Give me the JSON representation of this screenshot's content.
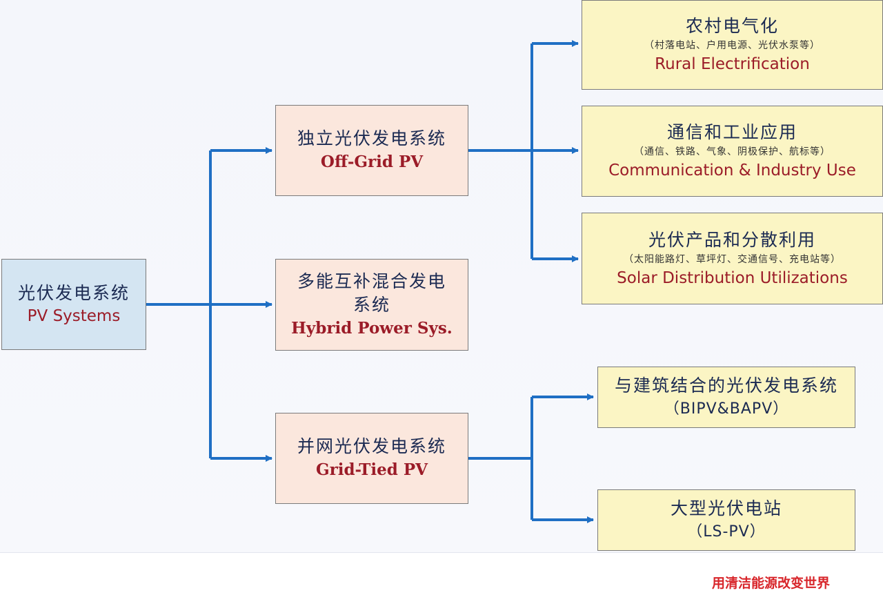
{
  "root": {
    "zh": "光伏发电系统",
    "en": "PV Systems"
  },
  "offgrid": {
    "zh": "独立光伏发电系统",
    "en": "Off-Grid PV"
  },
  "hybrid": {
    "zh_line1": "多能互补混合发电",
    "zh_line2": "系统",
    "en": "Hybrid Power Sys."
  },
  "gridtied": {
    "zh": "并网光伏发电系统",
    "en": "Grid-Tied PV"
  },
  "rural": {
    "zh": "农村电气化",
    "sub": "（村落电站、户用电源、光伏水泵等）",
    "en": "Rural Electrification"
  },
  "comm": {
    "zh": "通信和工业应用",
    "sub": "（通信、铁路、气象、阴极保护、航标等）",
    "en": "Communication & Industry Use"
  },
  "solar": {
    "zh": "光伏产品和分散利用",
    "sub": "（太阳能路灯、草坪灯、交通信号、充电站等）",
    "en": "Solar Distribution Utilizations"
  },
  "bipv": {
    "zh": "与建筑结合的光伏发电系统",
    "en": "（BIPV&BAPV）"
  },
  "lspv": {
    "zh": "大型光伏电站",
    "en": "（LS-PV）"
  },
  "footer": {
    "slogan": "用清洁能源改变世界"
  },
  "colors": {
    "connector": "#1f6fc4",
    "root_fill": "#d4e5f2",
    "mid_fill": "#fbe7dd",
    "leaf_fill": "#fbf5c4",
    "en_text": "#9b1c28",
    "zh_text": "#1b2a52",
    "slogan": "#d8252a"
  }
}
